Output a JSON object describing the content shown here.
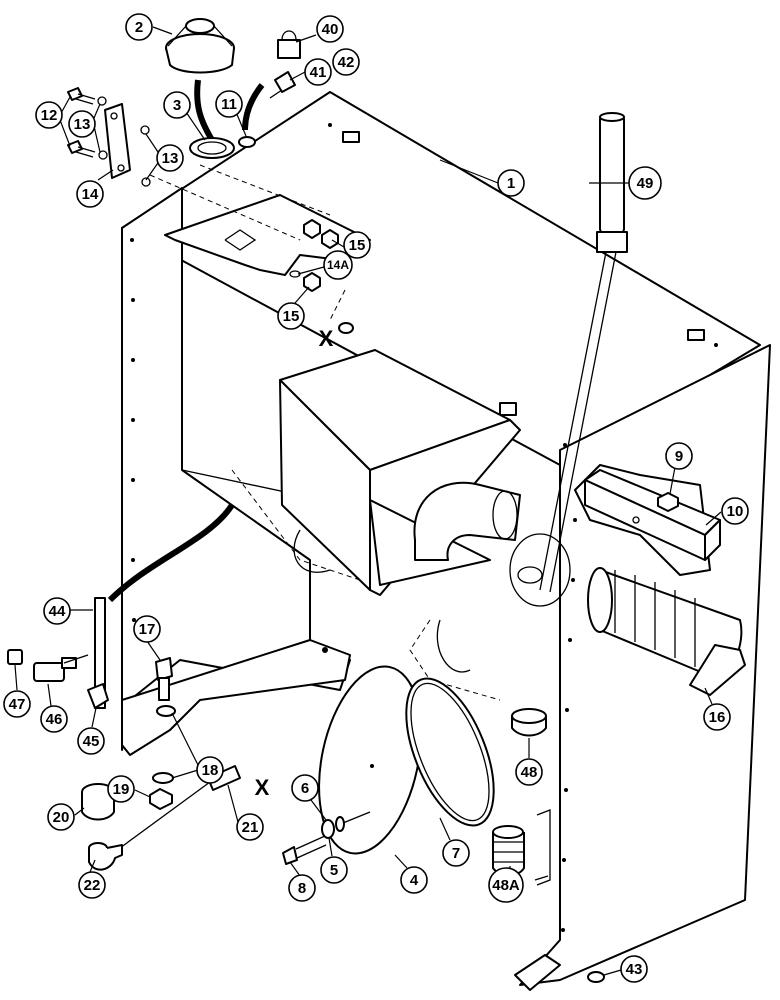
{
  "callouts": [
    {
      "id": "c1",
      "label": "1"
    },
    {
      "id": "c2",
      "label": "2"
    },
    {
      "id": "c3",
      "label": "3"
    },
    {
      "id": "c4",
      "label": "4"
    },
    {
      "id": "c5",
      "label": "5"
    },
    {
      "id": "c6",
      "label": "6"
    },
    {
      "id": "c7",
      "label": "7"
    },
    {
      "id": "c8",
      "label": "8"
    },
    {
      "id": "c9",
      "label": "9"
    },
    {
      "id": "c10",
      "label": "10"
    },
    {
      "id": "c11",
      "label": "11"
    },
    {
      "id": "c12",
      "label": "12"
    },
    {
      "id": "c13a",
      "label": "13"
    },
    {
      "id": "c13b",
      "label": "13"
    },
    {
      "id": "c14",
      "label": "14"
    },
    {
      "id": "c14a",
      "label": "14A"
    },
    {
      "id": "c15a",
      "label": "15"
    },
    {
      "id": "c15b",
      "label": "15"
    },
    {
      "id": "c16",
      "label": "16"
    },
    {
      "id": "c17",
      "label": "17"
    },
    {
      "id": "c18",
      "label": "18"
    },
    {
      "id": "c19",
      "label": "19"
    },
    {
      "id": "c20",
      "label": "20"
    },
    {
      "id": "c21",
      "label": "21"
    },
    {
      "id": "c22",
      "label": "22"
    },
    {
      "id": "c40",
      "label": "40"
    },
    {
      "id": "c41",
      "label": "41"
    },
    {
      "id": "c42",
      "label": "42"
    },
    {
      "id": "c43",
      "label": "43"
    },
    {
      "id": "c44",
      "label": "44"
    },
    {
      "id": "c45",
      "label": "45"
    },
    {
      "id": "c46",
      "label": "46"
    },
    {
      "id": "c47",
      "label": "47"
    },
    {
      "id": "c48",
      "label": "48"
    },
    {
      "id": "c48a",
      "label": "48A"
    },
    {
      "id": "c49",
      "label": "49"
    }
  ],
  "marks": {
    "x_top": "X",
    "x_bottom": "X"
  }
}
